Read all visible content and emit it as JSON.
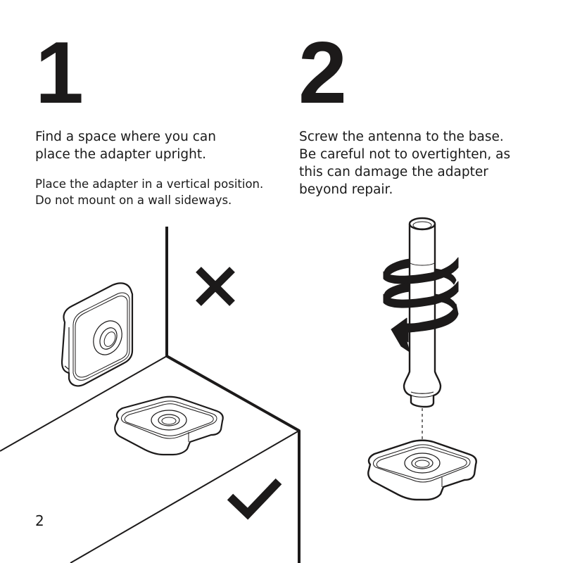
{
  "page": {
    "page_number": "2"
  },
  "steps": [
    {
      "number": "1",
      "heading_lines": [
        "Find a space where you can",
        "place the adapter upright."
      ],
      "note_lines": [
        "Place the adapter in a vertical position.",
        "Do not mount on a wall sideways."
      ],
      "illustration": {
        "incorrect_icon": "cross-icon",
        "correct_icon": "checkmark-icon",
        "incorrect_label": "adapter mounted sideways on wall",
        "correct_label": "adapter placed flat on surface"
      }
    },
    {
      "number": "2",
      "heading_lines": [
        "Screw the antenna to the base.",
        "Be careful not to overtighten, as",
        "this can damage the adapter",
        "beyond repair."
      ],
      "illustration": {
        "rotation_icon": "rotate-counterclockwise-arrow-icon",
        "label": "antenna screwing into adapter base"
      }
    }
  ],
  "colors": {
    "ink": "#1c1a1a",
    "background": "#ffffff"
  }
}
